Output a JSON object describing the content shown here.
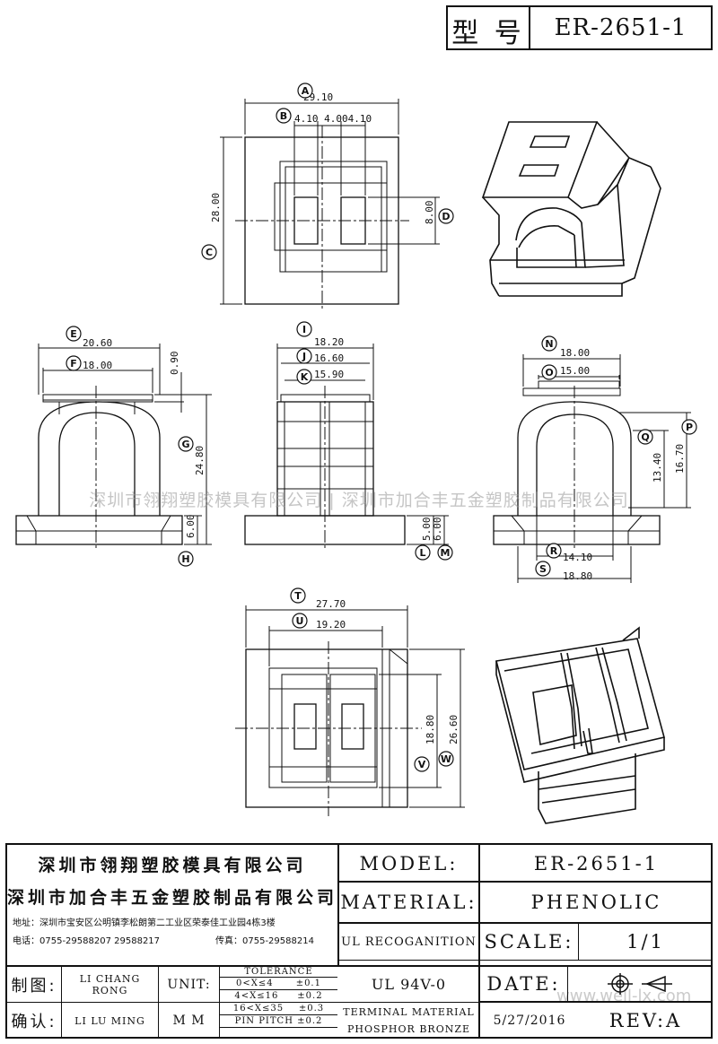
{
  "header": {
    "model_label": "型 号",
    "model_value": "ER-2651-1"
  },
  "watermark": "深圳市翎翔塑胶模具有限公司 | 深圳市加合丰五金塑胶制品有限公司",
  "site_watermark": "www.well-lx.com",
  "callouts": [
    "A",
    "B",
    "C",
    "D",
    "E",
    "F",
    "G",
    "H",
    "I",
    "J",
    "K",
    "L",
    "M",
    "N",
    "O",
    "P",
    "Q",
    "R",
    "S",
    "T",
    "U",
    "V",
    "W"
  ],
  "dims": {
    "a": "29.10",
    "b": "4.10 4.004.10",
    "c": "28.00",
    "d": "8.00",
    "e": "20.60",
    "f": "18.00",
    "f2": "0.90",
    "g": "24.80",
    "h": "6.00",
    "i": "18.20",
    "j": "16.60",
    "k": "15.90",
    "l": "5.00",
    "m": "6.00",
    "n": "18.00",
    "o": "15.00",
    "p": "16.70",
    "q": "13.40",
    "r": "14.10",
    "s": "18.80",
    "t": "27.70",
    "u": "19.20",
    "v": "18.80",
    "w": "26.60"
  },
  "title_block": {
    "company1": "深圳市翎翔塑胶模具有限公司",
    "company2": "深圳市加合丰五金塑胶制品有限公司",
    "address": "地址：深圳市宝安区公明镇李松朗第二工业区荣泰佳工业园4栋3楼",
    "phone": "电话：0755-29588207  29588217",
    "fax": "传真：0755-29588214",
    "model_label": "MODEL:",
    "model_value": "ER-2651-1",
    "material_label": "MATERIAL:",
    "material_value": "PHENOLIC",
    "ul_label": "UL RECOGANITION",
    "ul_value": "UL 94V-0",
    "scale_label": "SCALE:",
    "scale_value": "1/1",
    "date_label": "DATE:",
    "date_value": "5/27/2016",
    "rev_label": "REV:A",
    "terminal_line1": "TERMINAL MATERIAL",
    "terminal_line2": "PHOSPHOR  BRONZE",
    "drawn_label": "制图:",
    "drawn_value": "LI CHANG RONG",
    "checked_label": "确认:",
    "checked_value": "LI LU MING",
    "unit_label": "UNIT:",
    "unit_value": "M M",
    "tolerance_title": "TOLERANCE",
    "tolerances": [
      "0<X≤4      ±0.1",
      "4<X≤16     ±0.2",
      "16<X≤35    ±0.3",
      "PIN PITCH ±0.2"
    ]
  }
}
